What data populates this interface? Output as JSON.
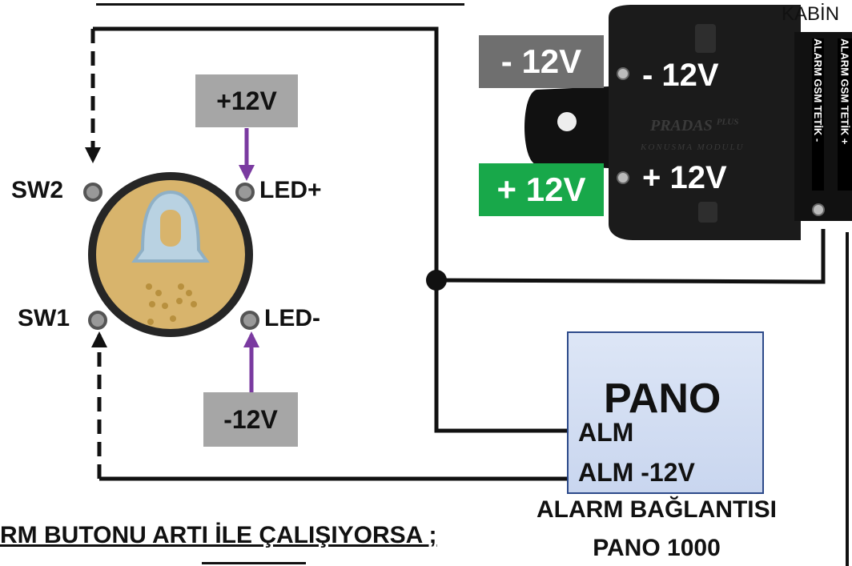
{
  "top_fragment": "",
  "switch": {
    "sw2": "SW2",
    "sw1": "SW1",
    "led_plus": "LED+",
    "led_minus": "LED-"
  },
  "supply_boxes": {
    "led_plus_box": "+12V",
    "led_minus_box": "-12V"
  },
  "module": {
    "kabin_label": "KABİN",
    "minus_badge": "- 12V",
    "plus_badge": "+ 12V",
    "minus_terminal": "- 12V",
    "plus_terminal": "+ 12V",
    "brand": "PRADAS",
    "brand_suffix": "PLUS",
    "brand_sub": "KONUSMA MODULU",
    "tag1": "ALARM GSM TETİK -",
    "tag2": "ALARM GSM TETİK +"
  },
  "pano": {
    "title": "PANO",
    "alm": "ALM",
    "alm_minus": "ALM -12V"
  },
  "caption": {
    "line1": "ALARM BAĞLANTISI",
    "line2": "PANO 1000"
  },
  "bottom_heading": "RM BUTONU ARTI İLE ÇALIŞIYORSA ;",
  "colors": {
    "wire": "#000000",
    "led_arrow": "#7a3aa0",
    "green_badge": "#18a84a",
    "gray_badge": "#6f6f6f",
    "supply_box": "#a6a6a6",
    "pano_border": "#2d4a8a"
  }
}
